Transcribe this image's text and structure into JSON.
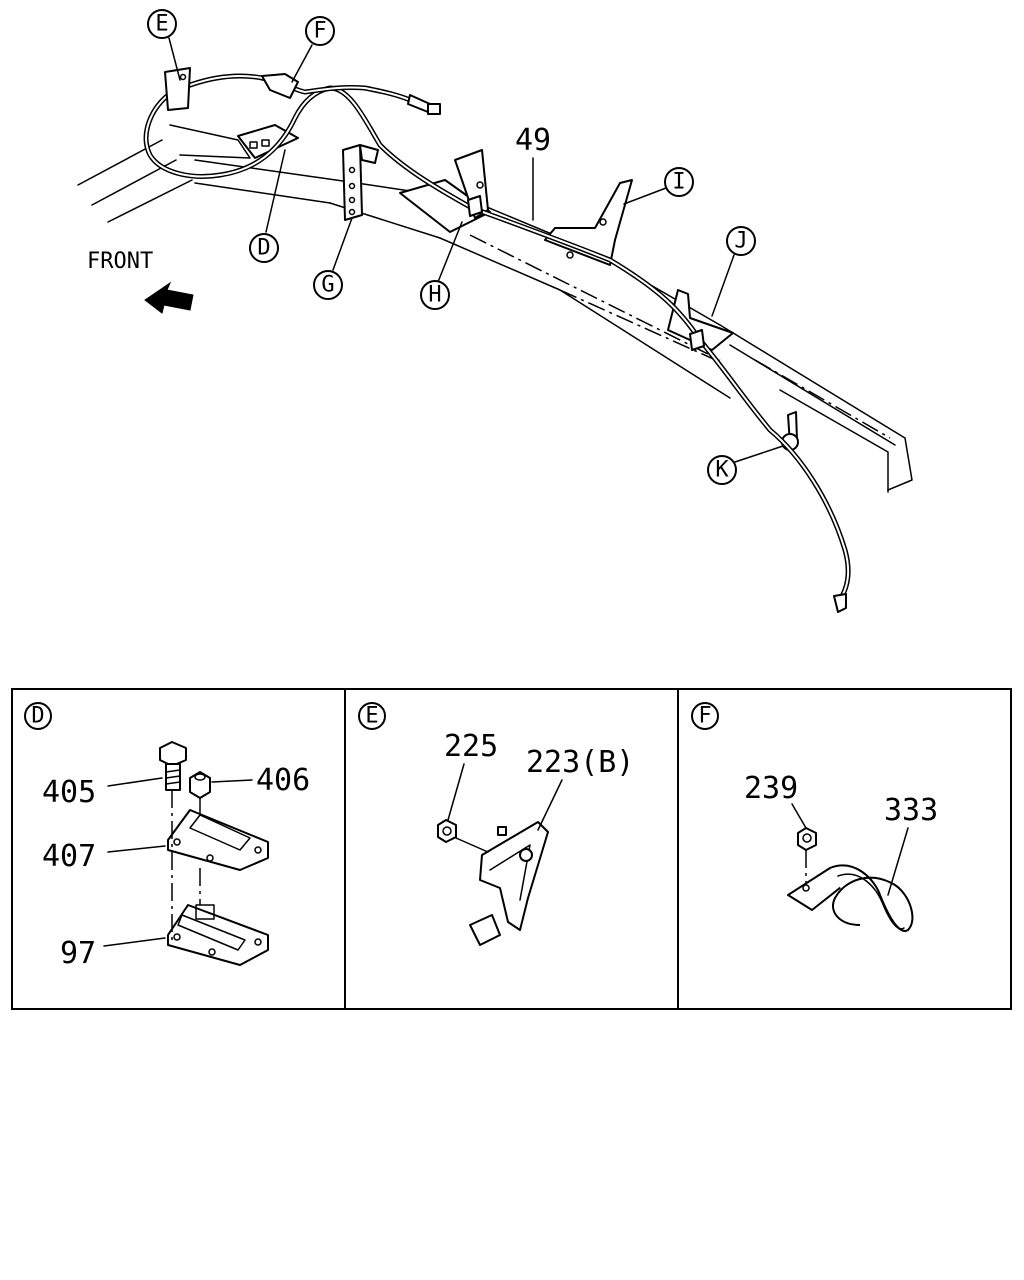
{
  "main": {
    "front_label": "FRONT",
    "cable_part_number": "49",
    "callouts": [
      "E",
      "F",
      "D",
      "G",
      "H",
      "I",
      "J",
      "K"
    ]
  },
  "panels": [
    {
      "letter": "D",
      "parts": [
        "405",
        "406",
        "407",
        "97"
      ]
    },
    {
      "letter": "E",
      "parts": [
        "225",
        "223(B)"
      ]
    },
    {
      "letter": "F",
      "parts": [
        "239",
        "333"
      ]
    }
  ]
}
